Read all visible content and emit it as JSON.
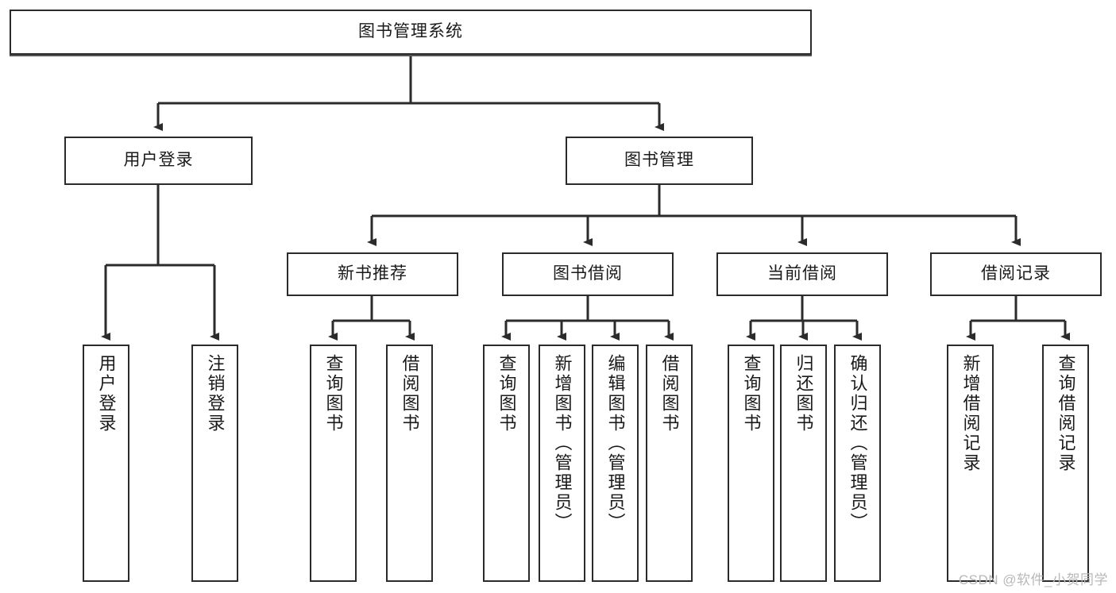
{
  "diagram": {
    "type": "tree-hierarchy-chart",
    "title": "图书管理系统",
    "watermark": "CSDN @软件_小贺同学",
    "colors": {
      "stroke": "#2b2b2b",
      "fill": "#ffffff",
      "text": "#1a1a1a",
      "watermark": "#b8b8b8"
    },
    "nodes": {
      "root": {
        "label": "图书管理系统"
      },
      "level2": [
        {
          "label": "用户登录"
        },
        {
          "label": "图书管理"
        }
      ],
      "level3": [
        {
          "label": "新书推荐"
        },
        {
          "label": "图书借阅"
        },
        {
          "label": "当前借阅"
        },
        {
          "label": "借阅记录"
        }
      ],
      "leaves": {
        "user_login": [
          {
            "label": "用户登录"
          },
          {
            "label": "注销登录"
          }
        ],
        "new_book_recommend": [
          {
            "label": "查询图书"
          },
          {
            "label": "借阅图书"
          }
        ],
        "book_borrow": [
          {
            "label": "查询图书"
          },
          {
            "label": "新增图书（管理员）"
          },
          {
            "label": "编辑图书（管理员）"
          },
          {
            "label": "借阅图书"
          }
        ],
        "current_borrow": [
          {
            "label": "查询图书"
          },
          {
            "label": "归还图书"
          },
          {
            "label": "确认归还（管理员）"
          }
        ],
        "borrow_record": [
          {
            "label": "新增借阅记录"
          },
          {
            "label": "查询借阅记录"
          }
        ]
      }
    }
  }
}
